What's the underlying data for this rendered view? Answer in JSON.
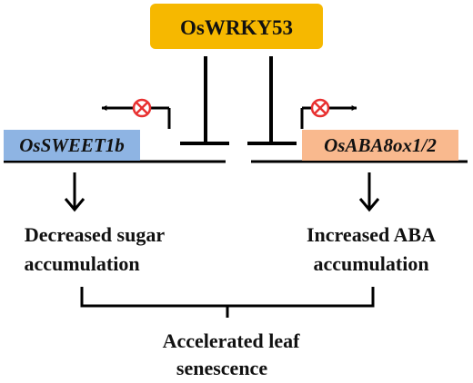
{
  "colors": {
    "tf_box": "#f6b800",
    "left_gene_box": "#8eb4e3",
    "right_gene_box": "#f9b98e",
    "line": "#000000",
    "block_symbol": "#e83030"
  },
  "icons": {
    "promoter_arrow": "arrow-icon",
    "block": "blocked-icon"
  },
  "tf": {
    "label": "OsWRKY53"
  },
  "left_gene": {
    "label": "OsSWEET1b"
  },
  "right_gene": {
    "label": "OsABA8ox1/2"
  },
  "left_effect": {
    "line1": "Decreased sugar",
    "line2": "accumulation"
  },
  "right_effect": {
    "line1": "Increased ABA",
    "line2": "accumulation"
  },
  "outcome": {
    "line1": "Accelerated leaf",
    "line2": "senescence"
  }
}
